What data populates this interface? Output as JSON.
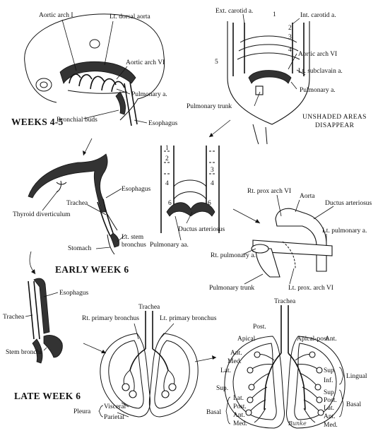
{
  "headings": {
    "weeks_4_5": "WEEKS 4-5",
    "early_week_6": "EARLY WEEK 6",
    "late_week_6": "LATE WEEK 6",
    "unshaded_1": "UNSHADED AREAS",
    "unshaded_2": "DISAPPEAR"
  },
  "embryo": {
    "aortic_arch_1": "Aortic arch I",
    "lt_dorsal_aorta": "Lt. dorsal aorta",
    "aortic_arch_6": "Aortic arch VI",
    "pulmonary_a": "Pulmonary a.",
    "bronchial_buds": "Bronchial buds",
    "esophagus": "Esophagus"
  },
  "arches": {
    "ext_carotid": "Ext. carotid a.",
    "int_carotid": "Int. carotid a.",
    "n1": "1",
    "n2": "2",
    "n3": "3",
    "n4": "4",
    "n5": "5",
    "aortic_arch_6": "Aortic arch VI",
    "lt_subclavian": "Lt. subclavain a.",
    "pulmonary_a": "Pulmonary a.",
    "pulmonary_trunk": "Pulmonary trunk"
  },
  "foregut": {
    "esophagus": "Esophagus",
    "trachea": "Trachea",
    "thyroid": "Thyroid diverticulum",
    "lt_stem_1": "Lt. stem",
    "lt_stem_2": "bronchus",
    "stomach": "Stomach"
  },
  "middle_arches": {
    "n1": "1",
    "n2": "2",
    "n3": "3",
    "n4a": "4",
    "n4b": "4",
    "n6a": "6",
    "n6b": "6",
    "ductus": "Ductus arteriosus",
    "pulmonary_aa": "Pulmonary aa."
  },
  "pulmonary_trunk_fig": {
    "rt_prox": "Rt. prox arch VI",
    "aorta": "Aorta",
    "ductus": "Ductus arteriosus",
    "lt_pulm": "Lt. pulmonary a.",
    "rt_pulm": "Rt. pulmonary a.",
    "pulm_trunk": "Pulmonary trunk",
    "lt_prox": "Lt. prox. arch VI"
  },
  "stem": {
    "esophagus": "Esophagus",
    "trachea": "Trachea",
    "stem_bronchi": "Stem bronchi"
  },
  "primary": {
    "trachea": "Trachea",
    "rt_primary": "Rt. primary bronchus",
    "lt_primary": "Lt. primary bronchus",
    "pleura": "Pleura",
    "visceral": "Visceral",
    "parietal": "Parietal"
  },
  "segmental": {
    "trachea": "Trachea",
    "post": "Post.",
    "apical": "Apical",
    "apical_post": "Apical-post.",
    "ant_r": "Ant.",
    "ant_l": "Ant.",
    "med": "Med.",
    "lat": "Lat.",
    "sup_r": "Sup.",
    "sup_l1": "Sup.",
    "inf_l": "Inf.",
    "lingual": "Lingual",
    "sup_l2": "Sup.",
    "post_l": "Post.",
    "lat_l": "Lat.",
    "ant_l2": "Ant.",
    "med_l": "Med.",
    "basal_l": "Basal",
    "basal_r": "Basal",
    "lat_r2": "Lat.",
    "post_r2": "Post.",
    "ant_r2": "Ant.",
    "med_r2": "Med."
  },
  "signature": "Bunke"
}
